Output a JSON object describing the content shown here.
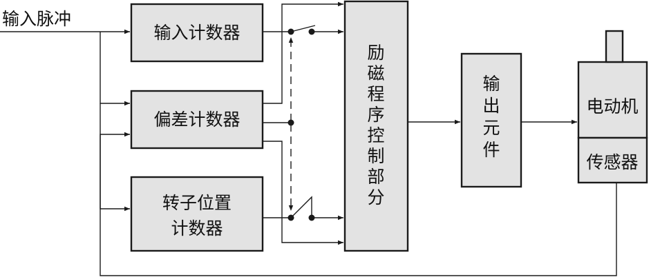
{
  "diagram": {
    "input_label": "输入脉冲",
    "blocks": {
      "input_counter": "输入计数器",
      "deviation_counter": "偏差计数器",
      "rotor_counter_line1": "转子位置",
      "rotor_counter_line2": "计数器",
      "excitation_chars": [
        "励",
        "磁",
        "程",
        "序",
        "控",
        "制",
        "部",
        "分"
      ],
      "output_chars": [
        "输",
        "出",
        "元",
        "件"
      ],
      "motor": "电动机",
      "sensor": "传感器"
    }
  }
}
